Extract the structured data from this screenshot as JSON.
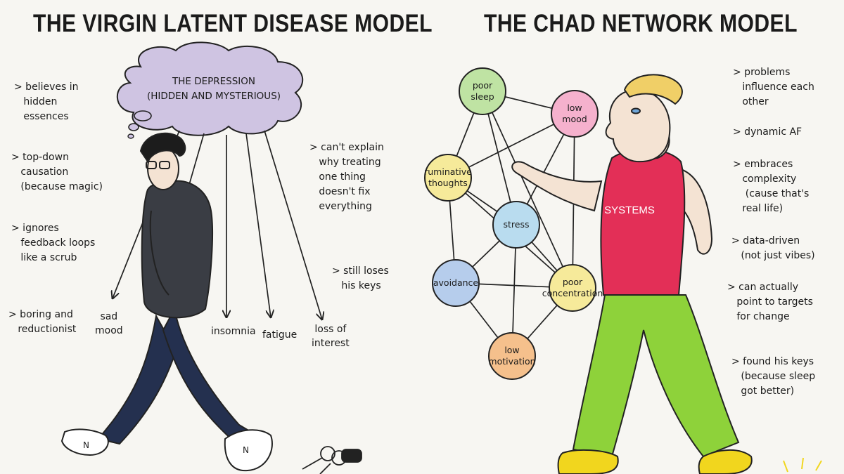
{
  "left": {
    "title": "THE VIRGIN LATENT DISEASE MODEL",
    "cloud": {
      "line1": "THE DEPRESSION",
      "line2": "(HIDDEN AND MYSTERIOUS)"
    },
    "notes": [
      "> believes in\n   hidden\n   essences",
      "> top-down\n   causation\n   (because magic)",
      "> ignores\n   feedback loops\n   like a scrub",
      "> boring and\n   reductionist",
      "> can't explain\n   why treating\n   one thing\n   doesn't fix\n   everything",
      "> still loses\n   his keys"
    ],
    "symptoms": [
      "sad\nmood",
      "insomnia",
      "fatigue",
      "loss of\ninterest"
    ]
  },
  "right": {
    "title": "THE CHAD NETWORK MODEL",
    "shirt_label": "SYSTEMS",
    "notes": [
      "> problems\n   influence each\n   other",
      "> dynamic AF",
      "> embraces\n   complexity\n    (cause that's\n   real life)",
      "> data-driven\n   (not just vibes)",
      "> can actually\n   point to targets\n   for change",
      "> found his keys\n   (because sleep\n   got better)"
    ],
    "nodes": [
      {
        "id": "poor-sleep",
        "lines": [
          "poor",
          "sleep"
        ],
        "color": "#bfe3a3"
      },
      {
        "id": "low-mood",
        "lines": [
          "low",
          "mood"
        ],
        "color": "#f5b1cd"
      },
      {
        "id": "ruminative-thoughts",
        "lines": [
          "ruminative",
          "thoughts"
        ],
        "color": "#f6ea9a"
      },
      {
        "id": "stress",
        "lines": [
          "stress"
        ],
        "color": "#b9dcef"
      },
      {
        "id": "avoidance",
        "lines": [
          "avoidance"
        ],
        "color": "#b6cdec"
      },
      {
        "id": "poor-concentration",
        "lines": [
          "poor",
          "concentration"
        ],
        "color": "#f6ea9a"
      },
      {
        "id": "low-motivation",
        "lines": [
          "low",
          "motivation"
        ],
        "color": "#f5c08c"
      }
    ],
    "edges": [
      [
        "poor-sleep",
        "low-mood"
      ],
      [
        "poor-sleep",
        "ruminative-thoughts"
      ],
      [
        "poor-sleep",
        "stress"
      ],
      [
        "poor-sleep",
        "poor-concentration"
      ],
      [
        "low-mood",
        "ruminative-thoughts"
      ],
      [
        "low-mood",
        "stress"
      ],
      [
        "low-mood",
        "poor-concentration"
      ],
      [
        "ruminative-thoughts",
        "stress"
      ],
      [
        "ruminative-thoughts",
        "avoidance"
      ],
      [
        "stress",
        "avoidance"
      ],
      [
        "stress",
        "poor-concentration"
      ],
      [
        "stress",
        "low-motivation"
      ],
      [
        "avoidance",
        "poor-concentration"
      ],
      [
        "avoidance",
        "low-motivation"
      ],
      [
        "poor-concentration",
        "low-motivation"
      ],
      [
        "ruminative-thoughts",
        "poor-concentration"
      ]
    ]
  }
}
